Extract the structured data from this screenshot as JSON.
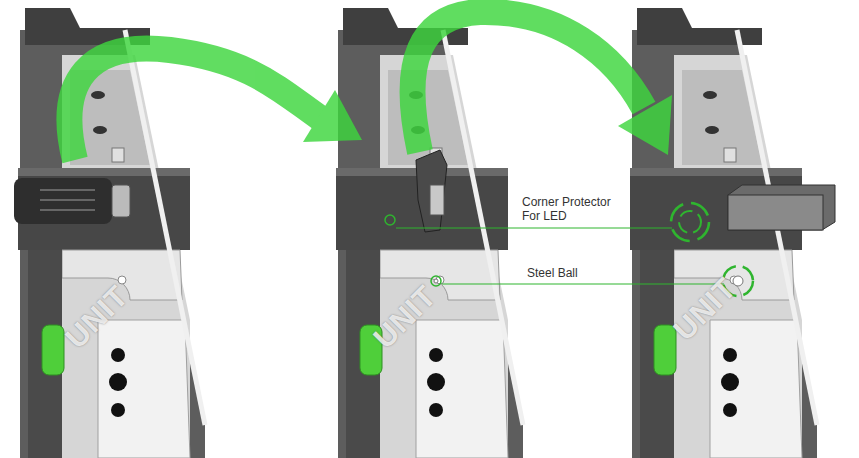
{
  "diagram": {
    "labels": [
      "Corner Protector For LED",
      "Steel Ball",
      "UNIT",
      "UNIT",
      "UNIT"
    ]
  }
}
